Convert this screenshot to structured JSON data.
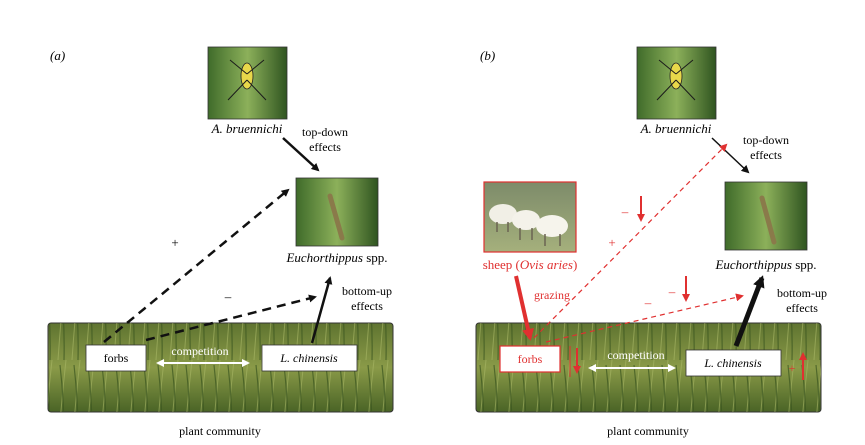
{
  "panel_a": {
    "label": "(a)",
    "spider": "A. bruennichi",
    "top_down": [
      "top-down",
      "effects"
    ],
    "grasshopper_italic": "Euchorthippus",
    "grasshopper_suffix": " spp.",
    "bottom_up": [
      "bottom-up",
      "effects"
    ],
    "plus": "+",
    "minus": "–",
    "forbs": "forbs",
    "competition": "competition",
    "lc": "L. chinensis",
    "community": "plant community"
  },
  "panel_b": {
    "label": "(b)",
    "spider": "A. bruennichi",
    "top_down": [
      "top-down",
      "effects"
    ],
    "grasshopper_italic": "Euchorthippus",
    "grasshopper_suffix": " spp.",
    "bottom_up": [
      "bottom-up",
      "effects"
    ],
    "sheep_prefix": "sheep (",
    "sheep_italic": "Ovis aries",
    "sheep_suffix": ")",
    "grazing": "grazing",
    "plus": "+",
    "minus1": "–",
    "minus2": "–",
    "forbs": "forbs",
    "competition": "competition",
    "lc": "L. chinensis",
    "plus_lc": "+",
    "community": "plant community"
  },
  "colors": {
    "red": "#e03030",
    "black": "#111111",
    "grass_dark": "#3d5a22",
    "grass_light": "#7a8f3c"
  }
}
